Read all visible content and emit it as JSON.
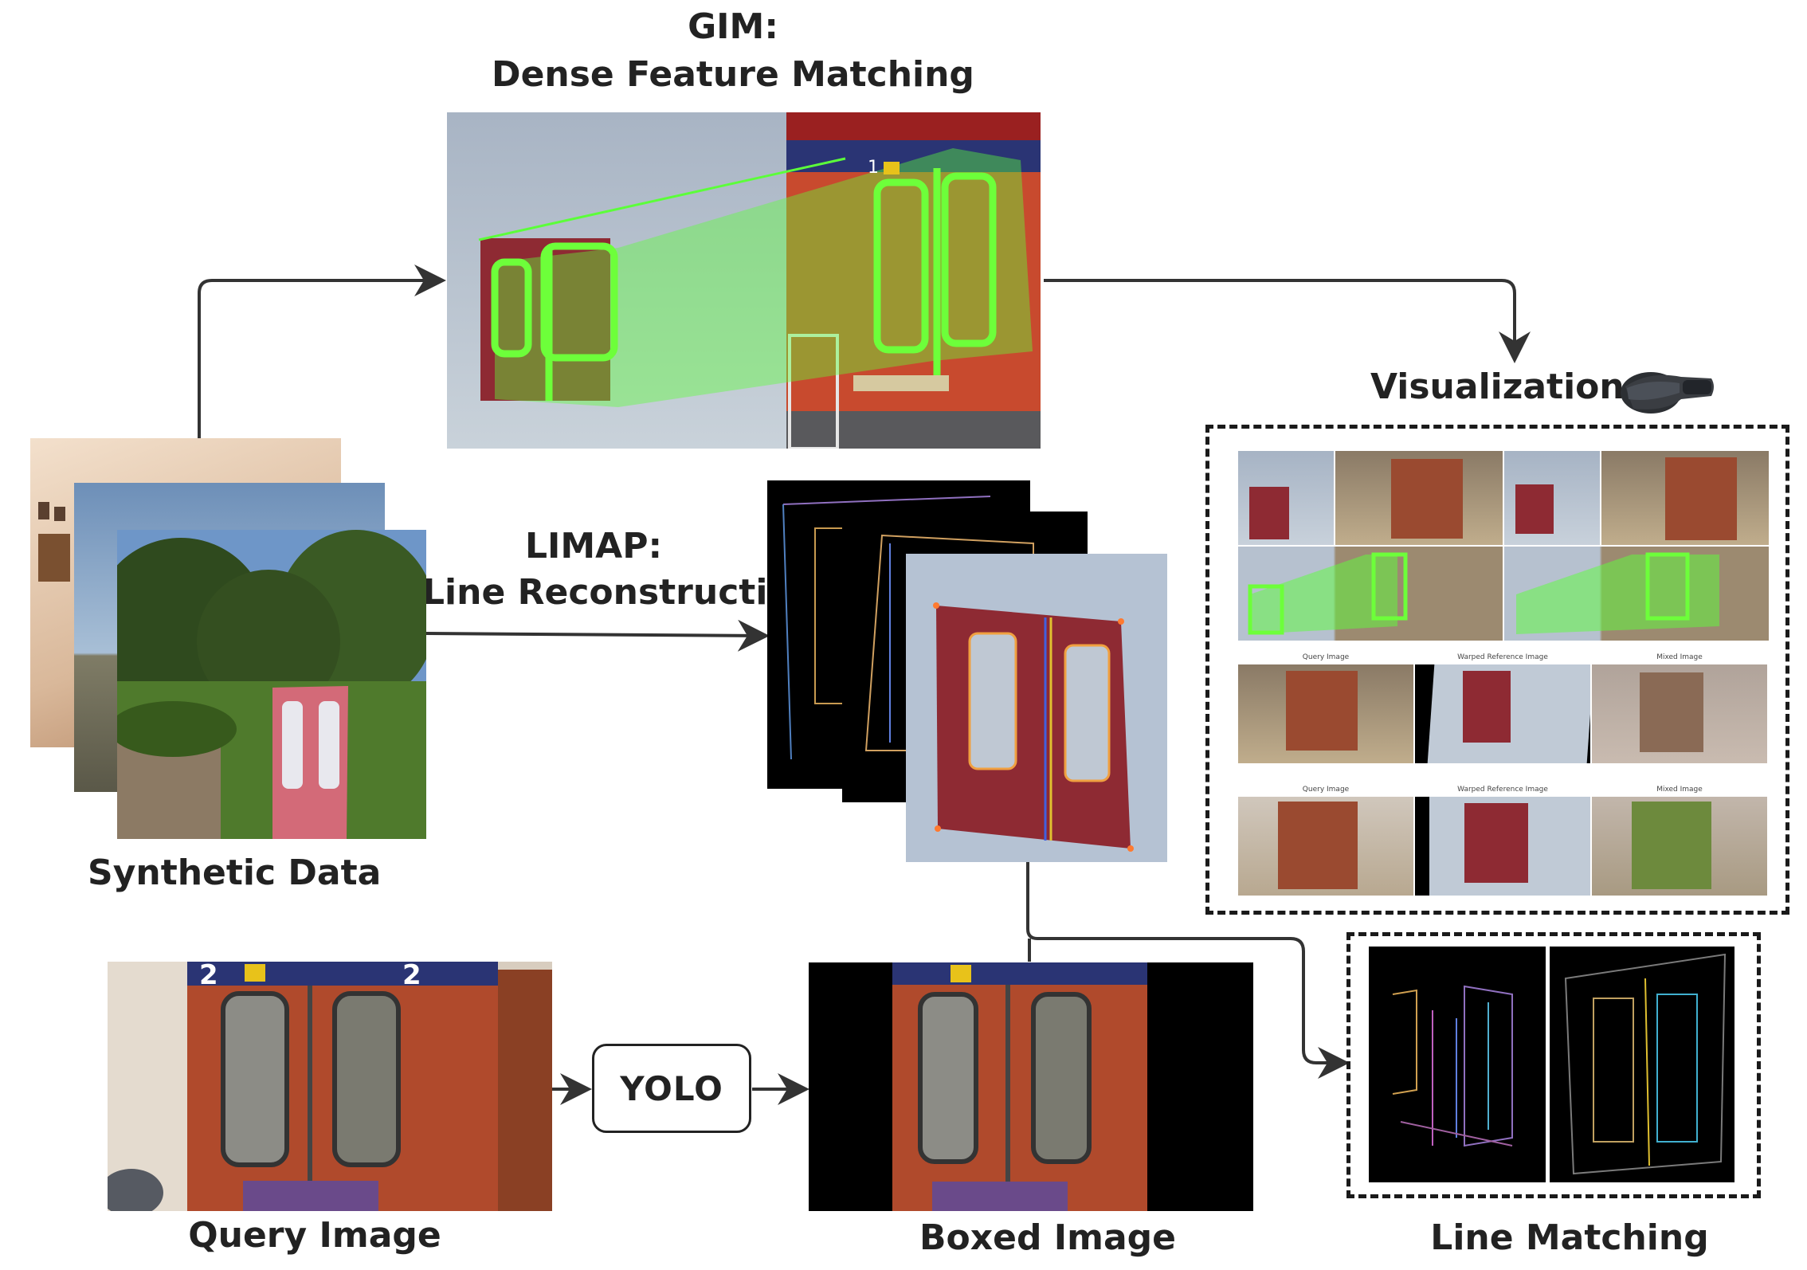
{
  "gim": {
    "line1": "GIM:",
    "line2": "Dense Feature Matching"
  },
  "limap": {
    "line1": "LIMAP:",
    "line2": "Line Reconstruction"
  },
  "visualization": {
    "label": "Visualization",
    "icon": "vr-headset-icon",
    "captions": {
      "query": "Query Image",
      "warped": "Warped Reference Image",
      "mixed": "Mixed Image"
    }
  },
  "synthetic": {
    "label": "Synthetic Data"
  },
  "query": {
    "label": "Query Image"
  },
  "yolo": {
    "label": "YOLO"
  },
  "boxed": {
    "label": "Boxed Image"
  },
  "linematch": {
    "label": "Line Matching"
  },
  "train_labels": {
    "left": "2",
    "right": "2",
    "top_left": "1"
  },
  "colors": {
    "door_red": "#8e2a33",
    "match_green": "#5cff3a",
    "sky": "#b7c2cf",
    "train_red": "#c84a2e",
    "arrow": "#333333"
  }
}
